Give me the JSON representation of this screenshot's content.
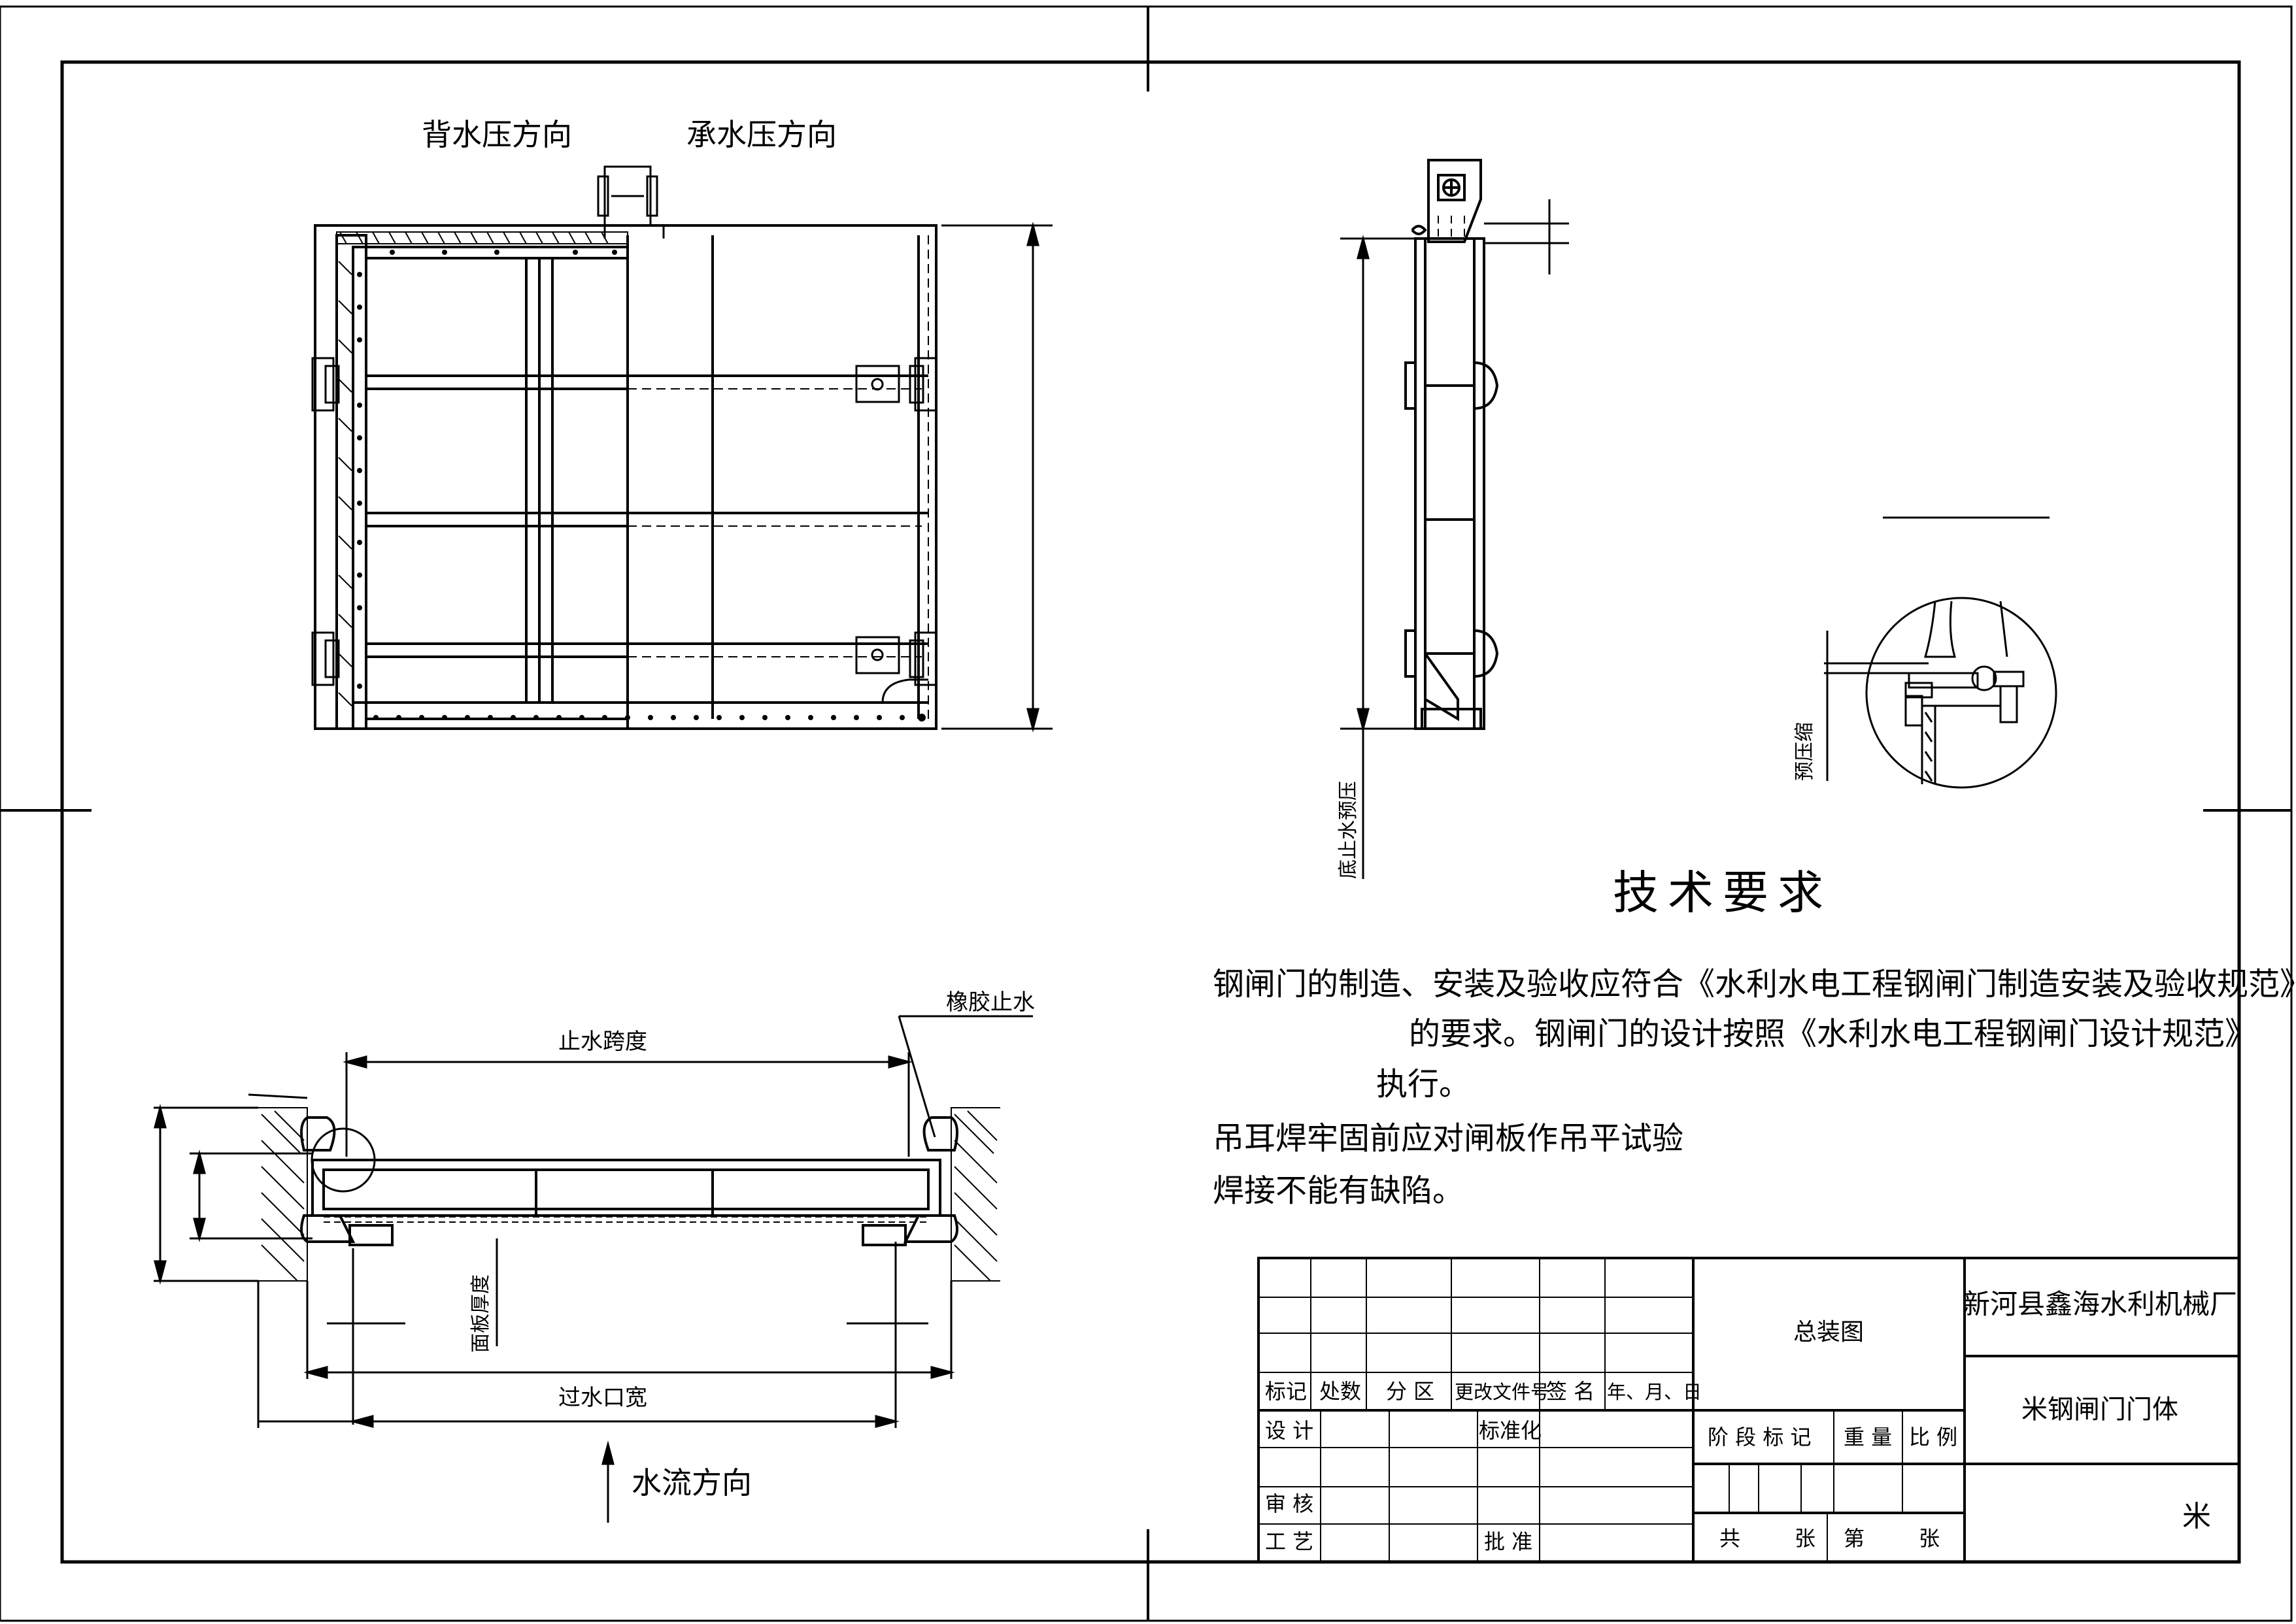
{
  "front_view": {
    "label_back_pressure": "背水压方向",
    "label_bearing_pressure": "承水压方向"
  },
  "side_view": {
    "label_bottom_seal": "底止水预压"
  },
  "detail_view": {
    "label_precompression": "预压缩"
  },
  "plan_view": {
    "label_seal_span": "止水跨度",
    "label_rubber_seal": "橡胶止水",
    "label_panel_thickness": "面板厚度",
    "label_opening_width": "过水口宽",
    "label_flow_direction": "水流方向"
  },
  "tech_requirements": {
    "title": "技术要求",
    "line1": "钢闸门的制造、安装及验收应符合《水利水电工程钢闸门制造安装及验收规范》",
    "line2": "的要求。钢闸门的设计按照《水利水电工程钢闸门设计规范》",
    "line3": "执行。",
    "line4": "吊耳焊牢固前应对闸板作吊平试验",
    "line5": "焊接不能有缺陷。"
  },
  "title_block": {
    "drawing_name": "总装图",
    "company": "新河县鑫海水利机械厂",
    "part_name": "米钢闸门门体",
    "unit": "米",
    "rev_mark": "标记",
    "rev_count": "处数",
    "rev_zone": "分 区",
    "rev_doc": "更改文件号",
    "rev_sign": "签 名",
    "rev_date": "年、月、日",
    "design": "设 计",
    "standardize": "标准化",
    "review": "审 核",
    "process": "工 艺",
    "approve": "批 准",
    "stage_mark": "阶 段 标 记",
    "weight": "重 量",
    "scale": "比 例",
    "total": "共",
    "sheets1": "张",
    "nth": "第",
    "sheets2": "张"
  }
}
